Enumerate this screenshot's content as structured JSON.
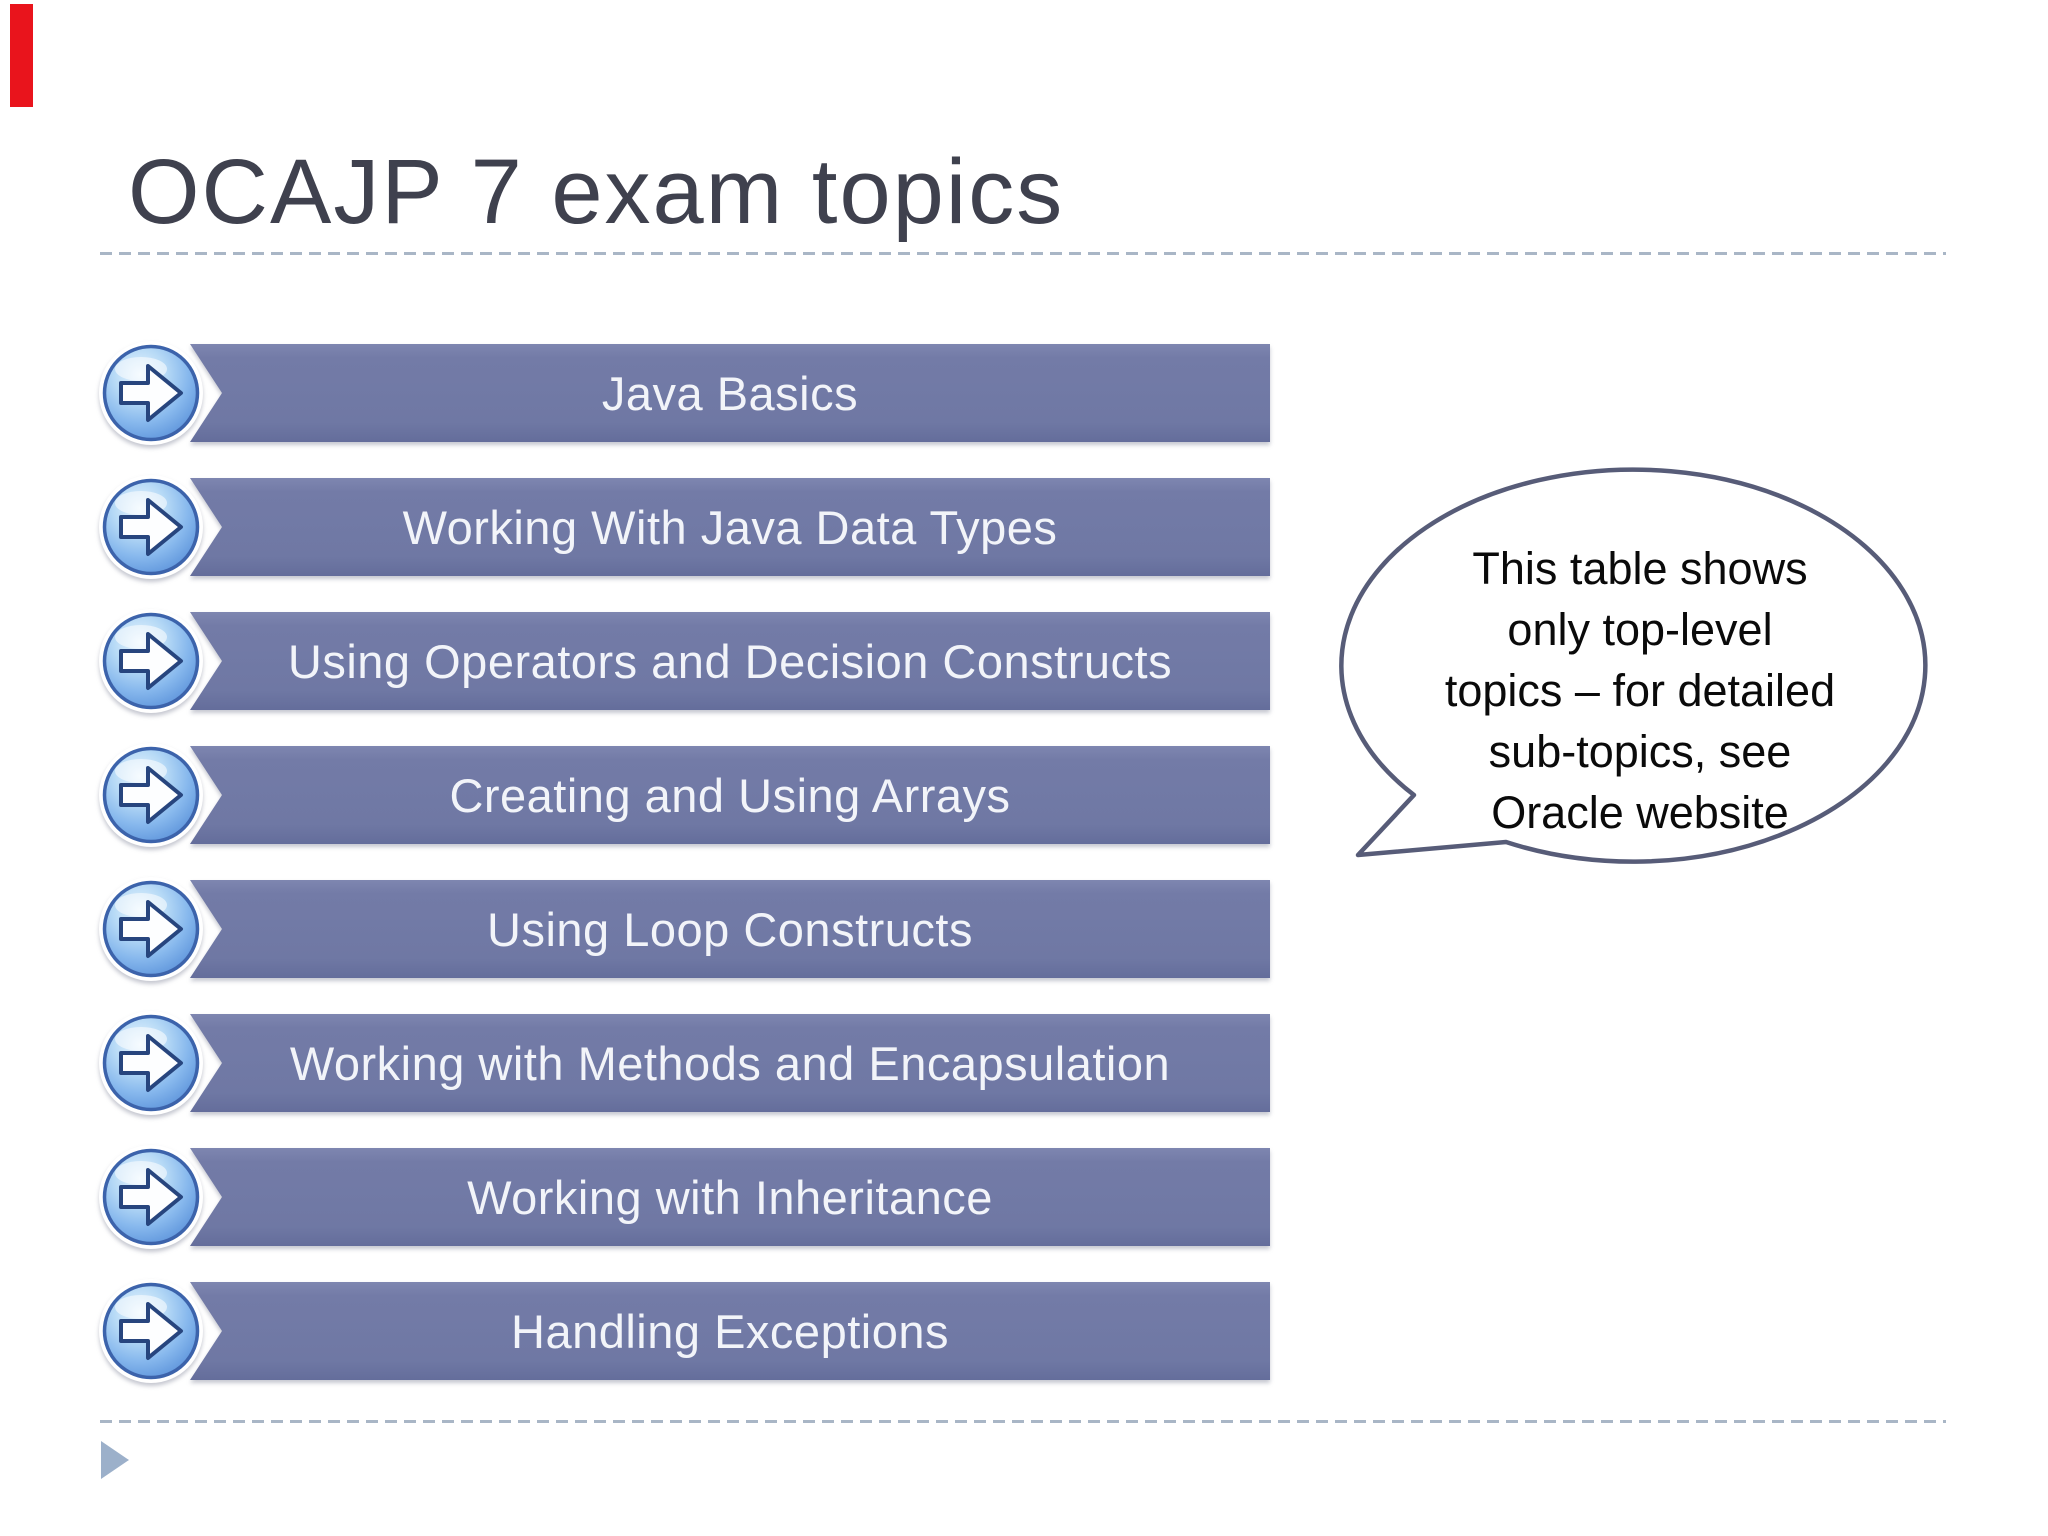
{
  "content": {
    "title": "OCAJP 7 exam topics",
    "topics": [
      "Java Basics",
      "Working With Java Data Types",
      "Using Operators and Decision Constructs",
      "Creating and Using Arrays",
      "Using Loop Constructs",
      "Working with Methods and Encapsulation",
      "Working with Inheritance",
      "Handling Exceptions"
    ],
    "callout": {
      "lines": [
        "This table shows",
        "only top-level",
        "topics – for detailed",
        "sub-topics, see",
        "Oracle website"
      ]
    },
    "icons": {
      "topic_marker": "arrow-right-circle-icon",
      "footer_marker": "triangle-right-icon"
    },
    "colors": {
      "bar": "#737BA7",
      "bar_text": "#F2F4F9",
      "title_text": "#3F414E",
      "dash_line": "#A9B6C6",
      "bubble_border": "#575C78",
      "bubble_text": "#0A0A0A",
      "icon_blue": "#85B6EC",
      "accent_red": "#E9141C",
      "footer_triangle": "#9CB0CA"
    }
  }
}
